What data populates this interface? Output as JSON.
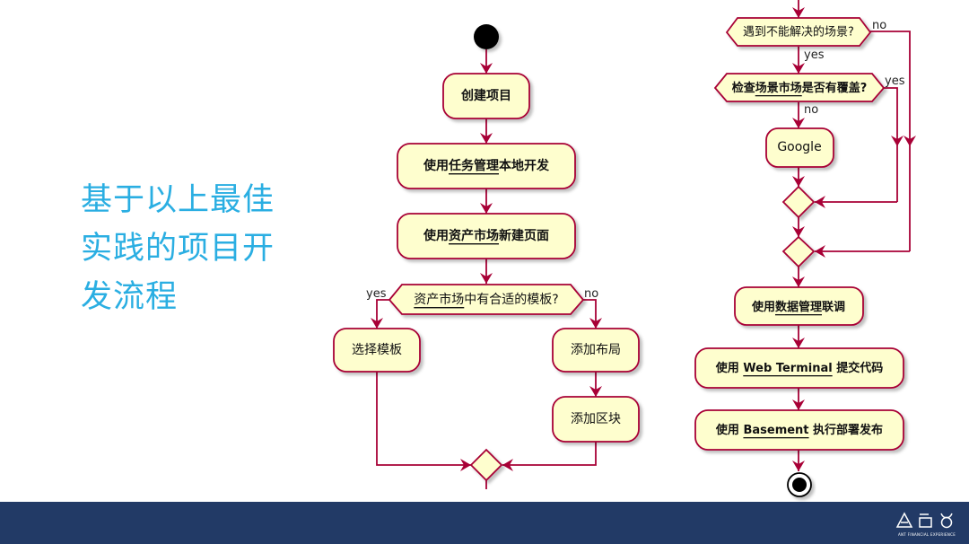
{
  "slide": {
    "title_lines": [
      "基于以上最佳",
      "实践的项目开",
      "发流程"
    ],
    "colors": {
      "title": "#2aaee2",
      "footer": "#223a66",
      "arrow": "#a80036",
      "node_fill": "#fefece",
      "node_border": "#a80036"
    }
  },
  "diagram_left": {
    "nodes": [
      {
        "id": "start",
        "type": "start"
      },
      {
        "id": "create",
        "type": "activity",
        "parts": [
          {
            "text": "创建项目"
          }
        ]
      },
      {
        "id": "task",
        "type": "activity",
        "parts": [
          {
            "text": "使用"
          },
          {
            "text": "任务管理",
            "underline": true
          },
          {
            "text": "本地开发"
          }
        ]
      },
      {
        "id": "asset",
        "type": "activity",
        "parts": [
          {
            "text": "使用"
          },
          {
            "text": "资产市场",
            "underline": true
          },
          {
            "text": "新建页面"
          }
        ]
      },
      {
        "id": "decision1",
        "type": "decision",
        "parts": [
          {
            "text": "资产市场",
            "underline": true
          },
          {
            "text": "中有合适的模板?"
          }
        ],
        "yes": "yes",
        "no": "no"
      },
      {
        "id": "choose",
        "type": "activity",
        "parts": [
          {
            "text": "选择模板"
          }
        ]
      },
      {
        "id": "layout",
        "type": "activity",
        "parts": [
          {
            "text": "添加布局"
          }
        ]
      },
      {
        "id": "block",
        "type": "activity",
        "parts": [
          {
            "text": "添加区块"
          }
        ]
      },
      {
        "id": "merge1",
        "type": "merge"
      }
    ]
  },
  "diagram_right": {
    "nodes": [
      {
        "id": "decision2",
        "type": "decision",
        "parts": [
          {
            "text": "遇到不能解决的场景?"
          }
        ],
        "yes": "yes",
        "no": "no"
      },
      {
        "id": "decision3",
        "type": "decision",
        "parts": [
          {
            "text": "检查"
          },
          {
            "text": "场景市场",
            "underline": true
          },
          {
            "text": "是否有覆盖?"
          }
        ],
        "yes": "yes",
        "no": "no"
      },
      {
        "id": "google",
        "type": "activity",
        "parts": [
          {
            "text": "Google"
          }
        ]
      },
      {
        "id": "merge2",
        "type": "merge"
      },
      {
        "id": "merge3",
        "type": "merge"
      },
      {
        "id": "data",
        "type": "activity",
        "parts": [
          {
            "text": "使用"
          },
          {
            "text": "数据管理",
            "underline": true
          },
          {
            "text": "联调"
          }
        ]
      },
      {
        "id": "terminal",
        "type": "activity",
        "parts": [
          {
            "text": "使用 "
          },
          {
            "text": "Web Terminal",
            "underline": true
          },
          {
            "text": " 提交代码"
          }
        ]
      },
      {
        "id": "basement",
        "type": "activity",
        "parts": [
          {
            "text": "使用 "
          },
          {
            "text": "Basement",
            "underline": true
          },
          {
            "text": " 执行部署发布"
          }
        ]
      },
      {
        "id": "end",
        "type": "end"
      }
    ]
  },
  "footer": {
    "logo_caption": "ANT FINANCIAL EXPERIENCE"
  }
}
